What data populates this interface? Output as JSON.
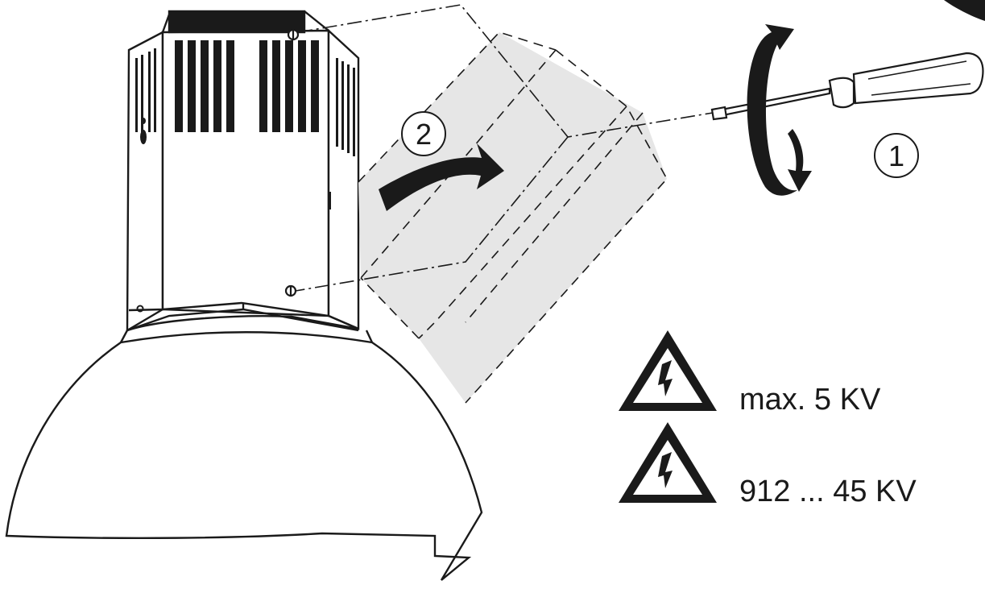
{
  "steps": [
    {
      "number": "1",
      "icon": "screwdriver-rotation"
    },
    {
      "number": "2",
      "icon": "swing-open-arrow"
    }
  ],
  "warnings": [
    {
      "icon": "high-voltage-warning",
      "text": "max. 5 KV"
    },
    {
      "icon": "high-voltage-warning",
      "text": "912 ... 45 KV"
    }
  ],
  "colors": {
    "line": "#1a1a1a",
    "cover_fill": "#e6e6e6",
    "background": "#ffffff"
  }
}
